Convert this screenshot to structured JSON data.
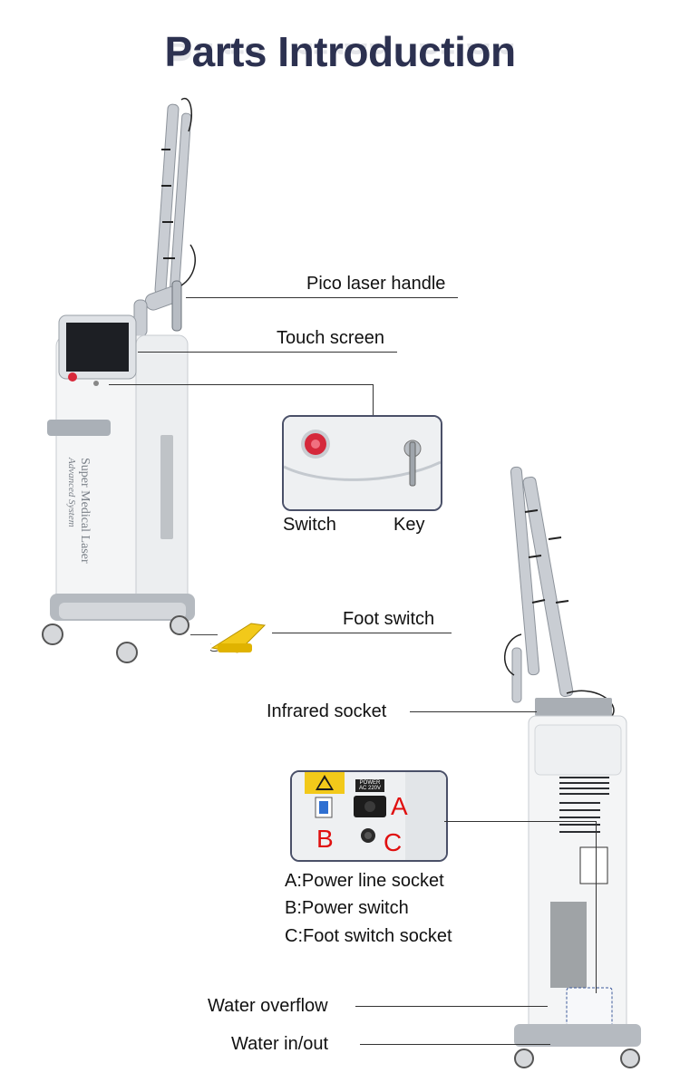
{
  "title": "Parts Introduction",
  "callouts": {
    "pico_handle": "Pico laser handle",
    "touch_screen": "Touch screen",
    "switch": "Switch",
    "key": "Key",
    "foot_switch": "Foot switch",
    "infrared_socket": "Infrared socket",
    "water_overflow": "Water overflow",
    "water_in_out": "Water in/out"
  },
  "rear_panel": {
    "letter_a": "A",
    "letter_b": "B",
    "letter_c": "C",
    "power_label": "POWER AC 220V",
    "legend": [
      "A:Power line socket",
      "B:Power switch",
      "C:Foot switch socket"
    ]
  },
  "machine_branding": {
    "line1": "Advanced System",
    "line2": "Super Medical Laser"
  },
  "colors": {
    "title": "#2c3150",
    "accent_red": "#e01010",
    "foot_pedal": "#f2c91a"
  }
}
